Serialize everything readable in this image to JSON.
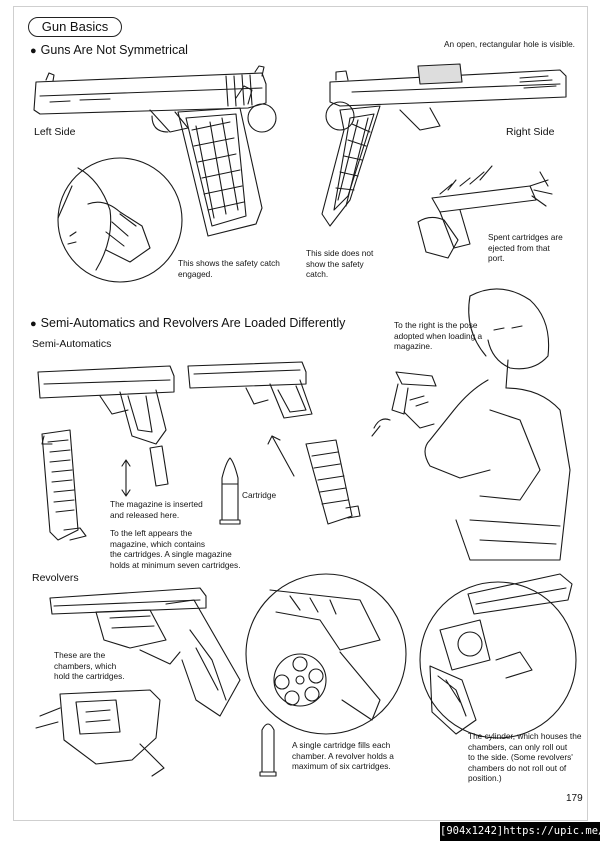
{
  "page": {
    "section_title": "Gun Basics",
    "page_number": "179",
    "footer_stamp": "[904x1242]https://upic.me/"
  },
  "symmetry": {
    "heading": "Guns Are Not Symmetrical",
    "left_label": "Left Side",
    "right_label": "Right Side",
    "top_note": "An open, rectangular hole is visible.",
    "safety_note": [
      "This shows the safety catch",
      "engaged."
    ],
    "no_safety_note": [
      "This side does not",
      "show the safety",
      "catch."
    ],
    "ejection_note": [
      "Spent cartridges are",
      "ejected from that",
      "port."
    ]
  },
  "loading": {
    "heading": "Semi-Automatics and Revolvers Are Loaded Differently",
    "semi_label": "Semi-Automatics",
    "pose_note": [
      "To the right is the pose",
      "adopted when loading a",
      "magazine."
    ],
    "magazine_note": [
      "The magazine is inserted",
      "and released here."
    ],
    "cartridge_label": "Cartridge",
    "magazine_desc": [
      "To the left appears the",
      "magazine, which contains",
      "the cartridges. A single magazine",
      "holds at minimum seven cartridges."
    ],
    "revolver_label": "Revolvers",
    "chambers_note": [
      "These are the",
      "chambers, which",
      "hold the cartridges."
    ],
    "single_cart_note": [
      "A single cartridge fills each",
      "chamber. A revolver holds a",
      "maximum of six cartridges."
    ],
    "cylinder_note": [
      "The cylinder, which houses the",
      "chambers, can only roll out",
      "to the side. (Some revolvers'",
      "chambers do not roll out of",
      "position.)"
    ]
  }
}
